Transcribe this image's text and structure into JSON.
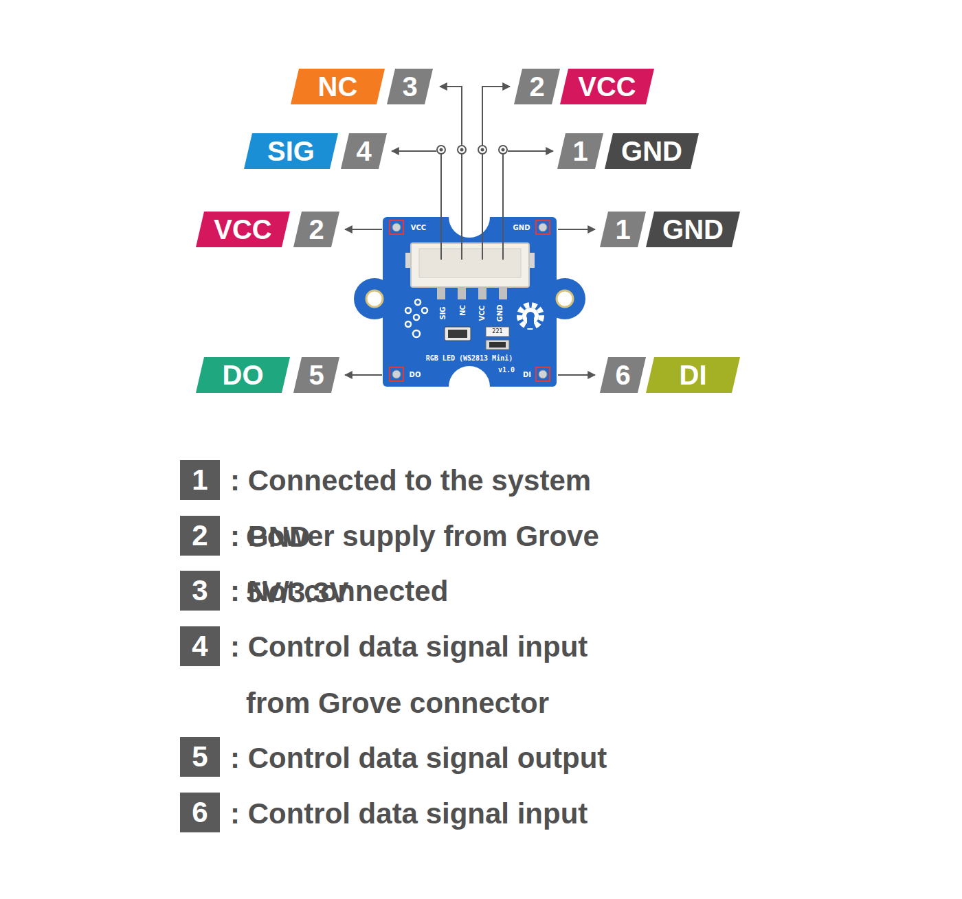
{
  "diagram": {
    "nodes": [
      {
        "text": [
          "NC"
        ]
      },
      {
        "text": [
          "3"
        ]
      },
      {
        "text": [
          "2"
        ]
      },
      {
        "text": [
          "VCC"
        ]
      },
      {
        "text": [
          "SIG"
        ]
      },
      {
        "text": [
          "4"
        ]
      },
      {
        "text": [
          "1"
        ]
      },
      {
        "text": [
          "GND"
        ]
      },
      {
        "text": [
          "VCC"
        ]
      },
      {
        "text": [
          "2"
        ]
      },
      {
        "text": [
          "1"
        ]
      },
      {
        "text": [
          "GND"
        ]
      },
      {
        "text": [
          "DO"
        ]
      },
      {
        "text": [
          "5"
        ]
      },
      {
        "text": [
          "6"
        ]
      },
      {
        "text": [
          "DI"
        ]
      },
      {
        "text": [
          "1"
        ]
      },
      {
        "text": [
          "2"
        ]
      },
      {
        "text": [
          "3"
        ]
      },
      {
        "text": [
          "4"
        ]
      },
      {
        "text": [
          "5"
        ]
      },
      {
        "text": [
          "6"
        ]
      }
    ],
    "labels": [
      "VCC",
      "GND",
      "SIG",
      "NC",
      "VCC",
      "GND",
      "221",
      "RGB LED (WS2813 Mini)",
      "DO",
      "v1.0",
      "DI",
      ": Connected to the system GND",
      ": Power supply from Grove 5V/3.3V",
      ": Not connected",
      ": Control data signal input from Grove connector",
      ": Control data signal output",
      ": Control data signal input"
    ]
  }
}
